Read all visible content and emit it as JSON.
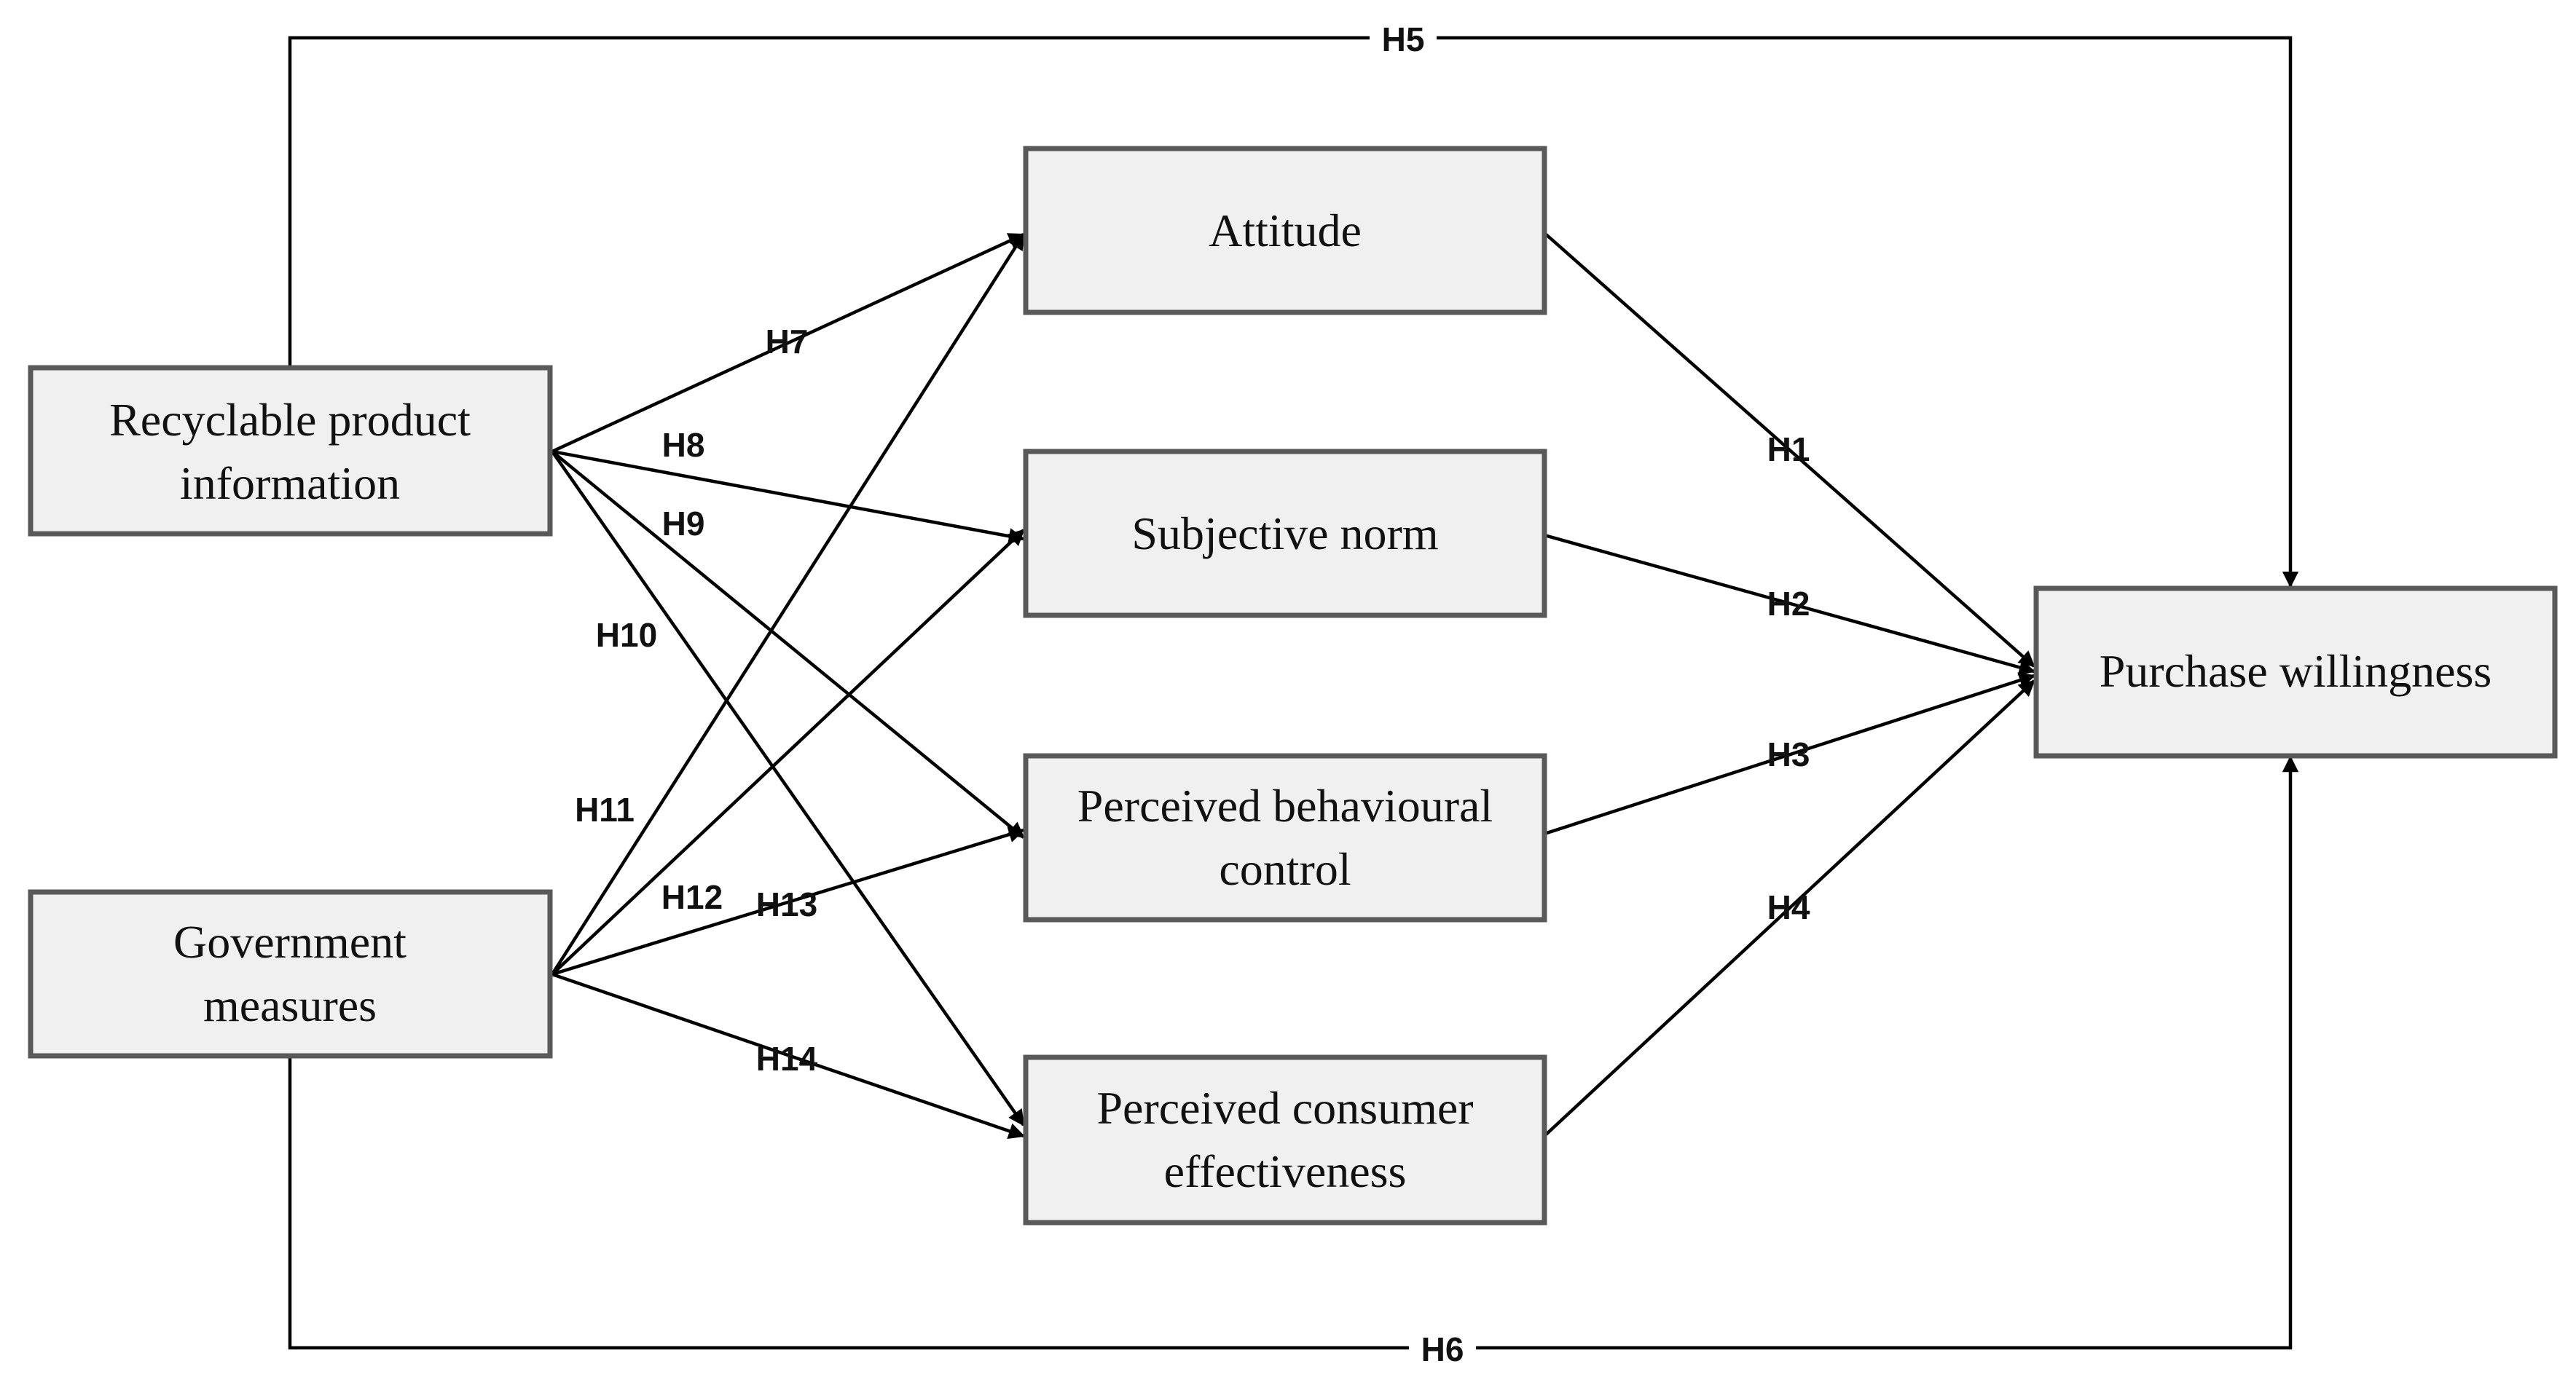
{
  "diagram": {
    "nodes": {
      "recyclable": {
        "line1": "Recyclable product",
        "line2": "information"
      },
      "government": {
        "line1": "Government",
        "line2": "measures"
      },
      "attitude": {
        "line1": "Attitude"
      },
      "subjective": {
        "line1": "Subjective norm"
      },
      "pbc": {
        "line1": "Perceived behavioural",
        "line2": "control"
      },
      "pce": {
        "line1": "Perceived consumer",
        "line2": "effectiveness"
      },
      "purchase": {
        "line1": "Purchase willingness"
      }
    },
    "hypotheses": {
      "h1": "H1",
      "h2": "H2",
      "h3": "H3",
      "h4": "H4",
      "h5": "H5",
      "h6": "H6",
      "h7": "H7",
      "h8": "H8",
      "h9": "H9",
      "h10": "H10",
      "h11": "H11",
      "h12": "H12",
      "h13": "H13",
      "h14": "H14"
    },
    "colors": {
      "box_fill": "#f0f0f0",
      "box_border": "#595959",
      "line": "#000000"
    }
  }
}
